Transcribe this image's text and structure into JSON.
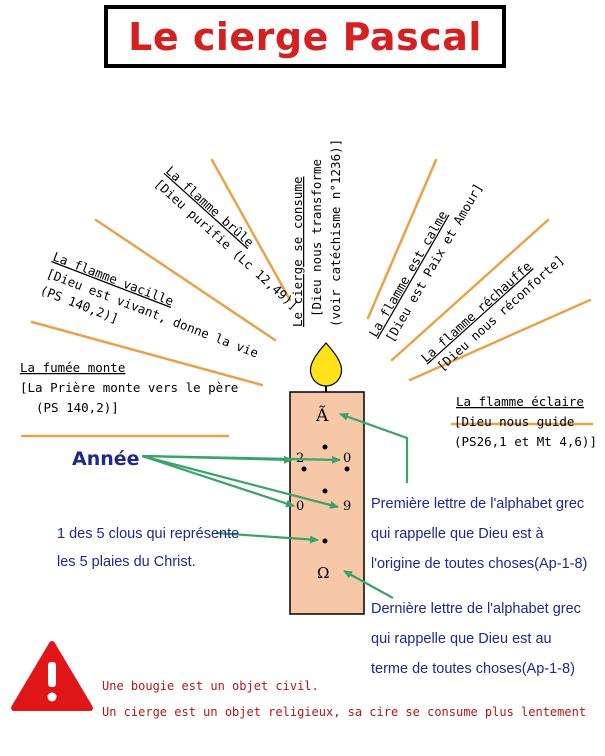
{
  "title": "Le cierge Pascal",
  "labels": {
    "fumee_title": "La fumée monte",
    "fumee_text": "[La Prière monte vers le père",
    "fumee_ref": "(PS 140,2)]",
    "vacille_title": "La flamme vacille",
    "vacille_text": "[Dieu est vivant, donne la vie",
    "vacille_ref": "(PS 140,2)]",
    "brule_title": "La flamme brûle",
    "brule_text": "[Dieu purifie (Lc 12,49)]",
    "consume_title": "Le cierge se consume",
    "consume_text": "[Dieu nous transforme",
    "consume_ref": "(voir catéchisme n°1236)]",
    "calme_title": "La flamme est calme",
    "calme_text": "[Dieu est Paix et Amour]",
    "rechauffe_title": "La flamme réchauffe",
    "rechauffe_text": "[Dieu nous réconforte]",
    "eclaire_title": "La flamme éclaire",
    "eclaire_text": "[Dieu nous guide",
    "eclaire_ref": "(PS26,1 et Mt 4,6)]"
  },
  "annee": "Année",
  "candle_marks": {
    "alpha": "Ã",
    "digit_2": "2",
    "digit_0a": "0",
    "digit_0b": "0",
    "digit_9": "9",
    "omega": "Ω"
  },
  "clous": [
    "1 des 5 clous qui représente",
    "les 5 plaies du Christ."
  ],
  "alpha_note": [
    "Première lettre de l'alphabet grec",
    "qui rappelle que Dieu est à",
    "l'origine de toutes choses(Ap-1-8)"
  ],
  "omega_note": [
    "Dernière lettre de l'alphabet grec",
    "qui rappelle que Dieu est au",
    "terme de toutes choses(Ap-1-8)"
  ],
  "warning": {
    "icon": "exclamation-triangle-icon",
    "line1": "Une bougie est un objet civil.",
    "line2": "Un cierge est un objet religieux, sa cire se consume plus lentement"
  },
  "colors": {
    "title": "#d42020",
    "ray": "#e8a24a",
    "candle": "#f7c8a8",
    "flame": "#ffe21a",
    "arrow": "#3aa36a",
    "text_blue": "#1c2a8c",
    "warning_red": "#e01515"
  }
}
